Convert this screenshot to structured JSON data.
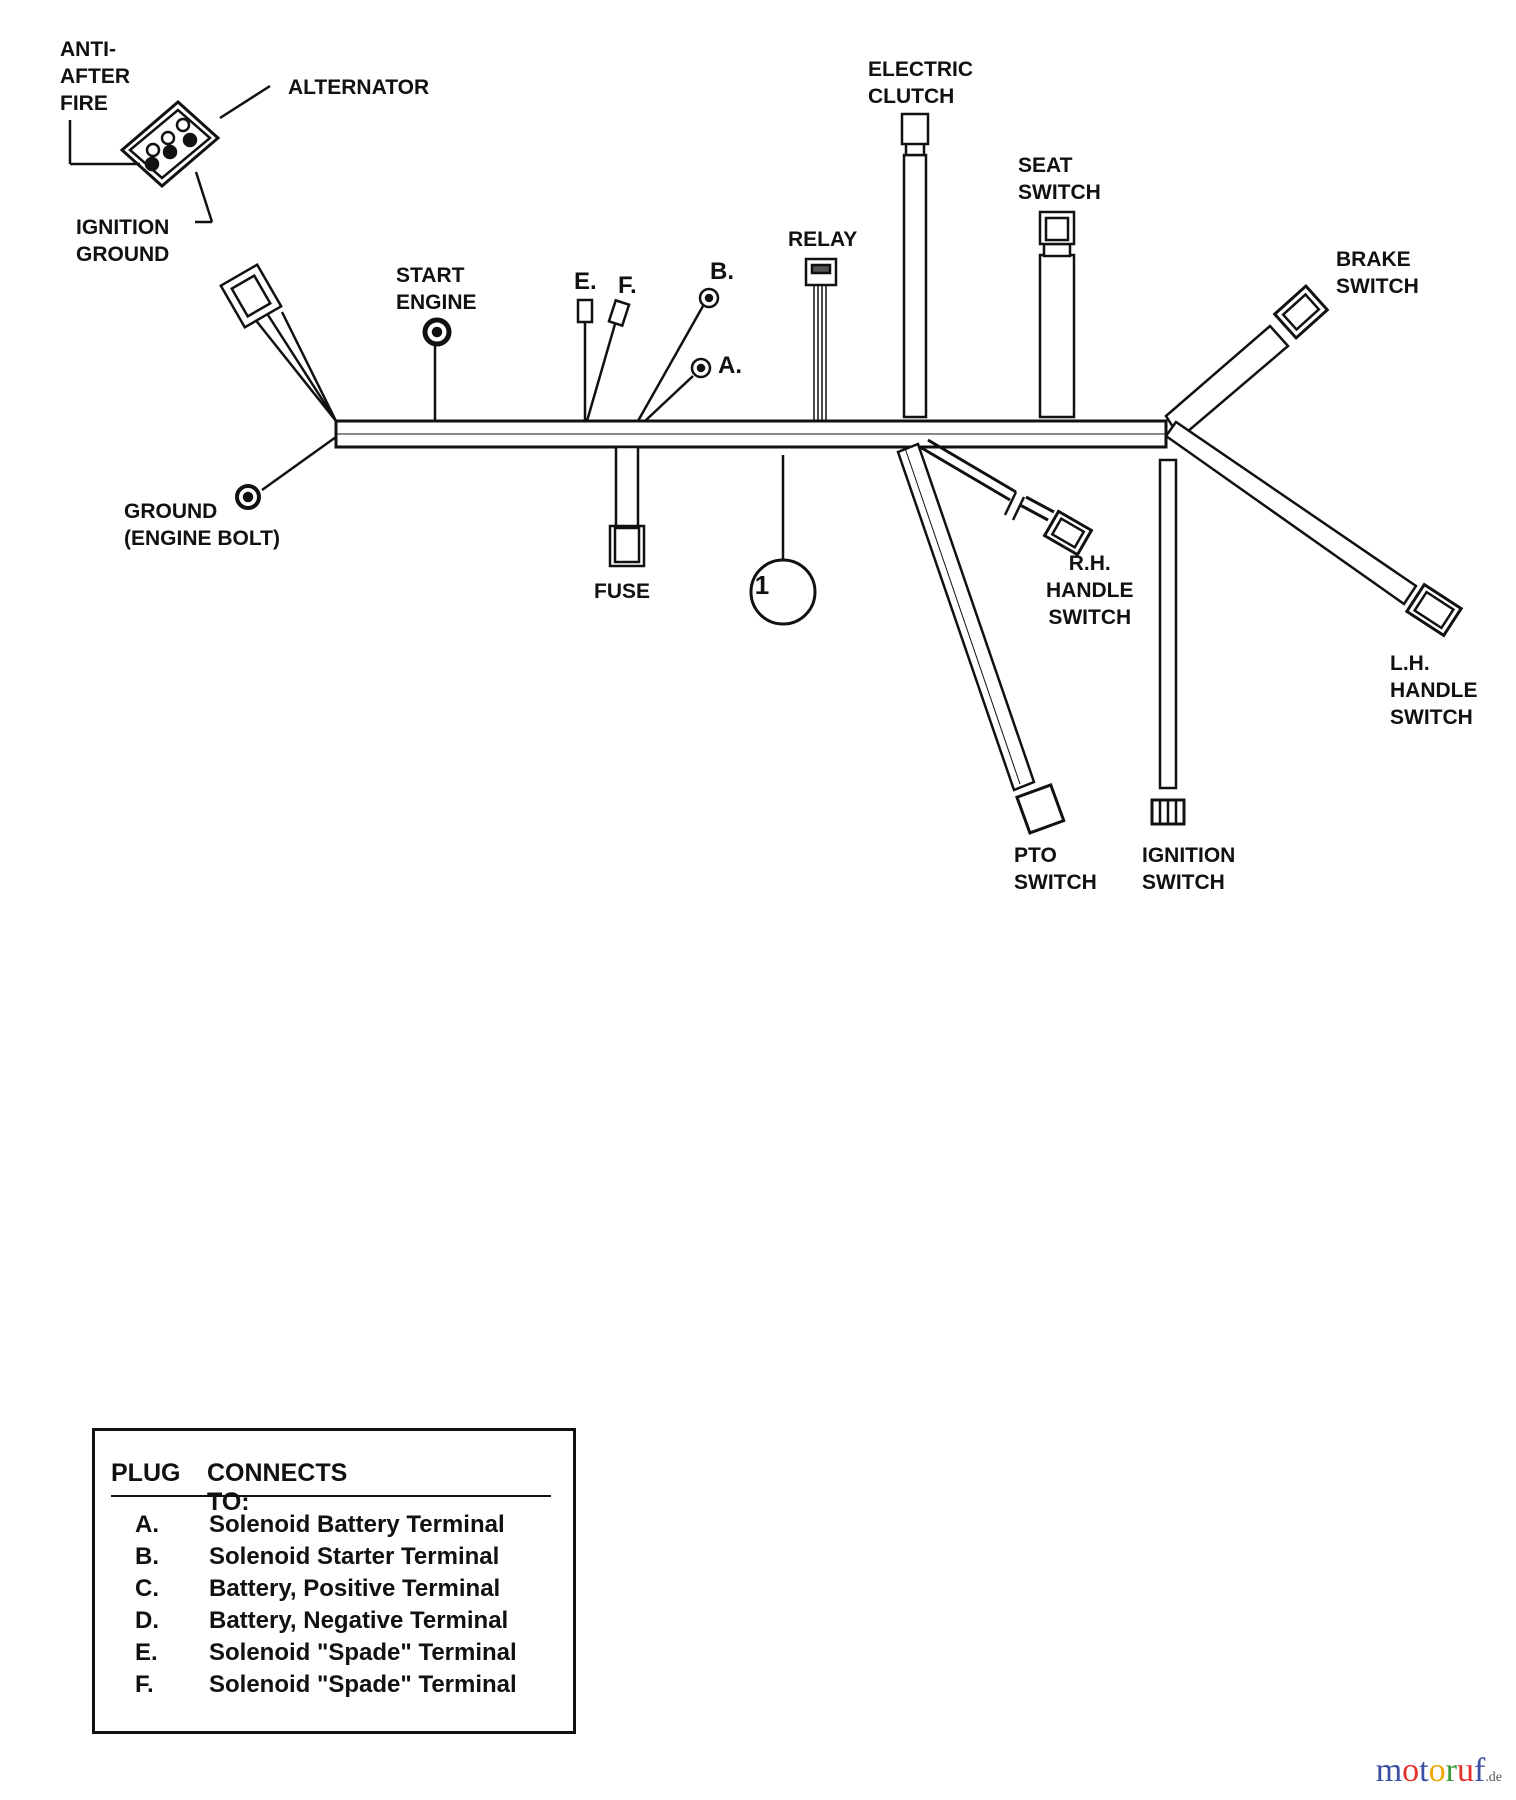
{
  "labels": {
    "anti_after_fire": [
      "ANTI-",
      "AFTER",
      "FIRE"
    ],
    "alternator": "ALTERNATOR",
    "ignition_ground": [
      "IGNITION",
      "GROUND"
    ],
    "start_engine": [
      "START",
      "ENGINE"
    ],
    "e": "E.",
    "f": "F.",
    "b": "B.",
    "a": "A.",
    "relay": "RELAY",
    "electric_clutch": [
      "ELECTRIC",
      "CLUTCH"
    ],
    "seat_switch": [
      "SEAT",
      "SWITCH"
    ],
    "brake_switch": [
      "BRAKE",
      "SWITCH"
    ],
    "ground_engine_bolt": [
      "GROUND",
      "(ENGINE BOLT)"
    ],
    "fuse": "FUSE",
    "rh_handle_switch": [
      "R.H.",
      "HANDLE",
      "SWITCH"
    ],
    "lh_handle_switch": [
      "L.H.",
      "HANDLE",
      "SWITCH"
    ],
    "pto_switch": [
      "PTO",
      "SWITCH"
    ],
    "ignition_switch": [
      "IGNITION",
      "SWITCH"
    ],
    "callout": "1"
  },
  "legend": {
    "col_plug": "PLUG",
    "col_connects": "CONNECTS TO:",
    "rows": [
      {
        "plug": "A.",
        "connects": "Solenoid Battery Terminal"
      },
      {
        "plug": "B.",
        "connects": "Solenoid Starter Terminal"
      },
      {
        "plug": "C.",
        "connects": "Battery, Positive Terminal"
      },
      {
        "plug": "D.",
        "connects": "Battery, Negative Terminal"
      },
      {
        "plug": "E.",
        "connects": "Solenoid \"Spade\" Terminal"
      },
      {
        "plug": "F.",
        "connects": "Solenoid \"Spade\" Terminal"
      }
    ]
  },
  "watermark": {
    "m": "m",
    "o": "o",
    "t": "t",
    "o2": "o",
    "r": "r",
    "u": "u",
    "f": "f",
    "de": ".de"
  },
  "colors": {
    "ink": "#111111",
    "background": "#ffffff"
  }
}
